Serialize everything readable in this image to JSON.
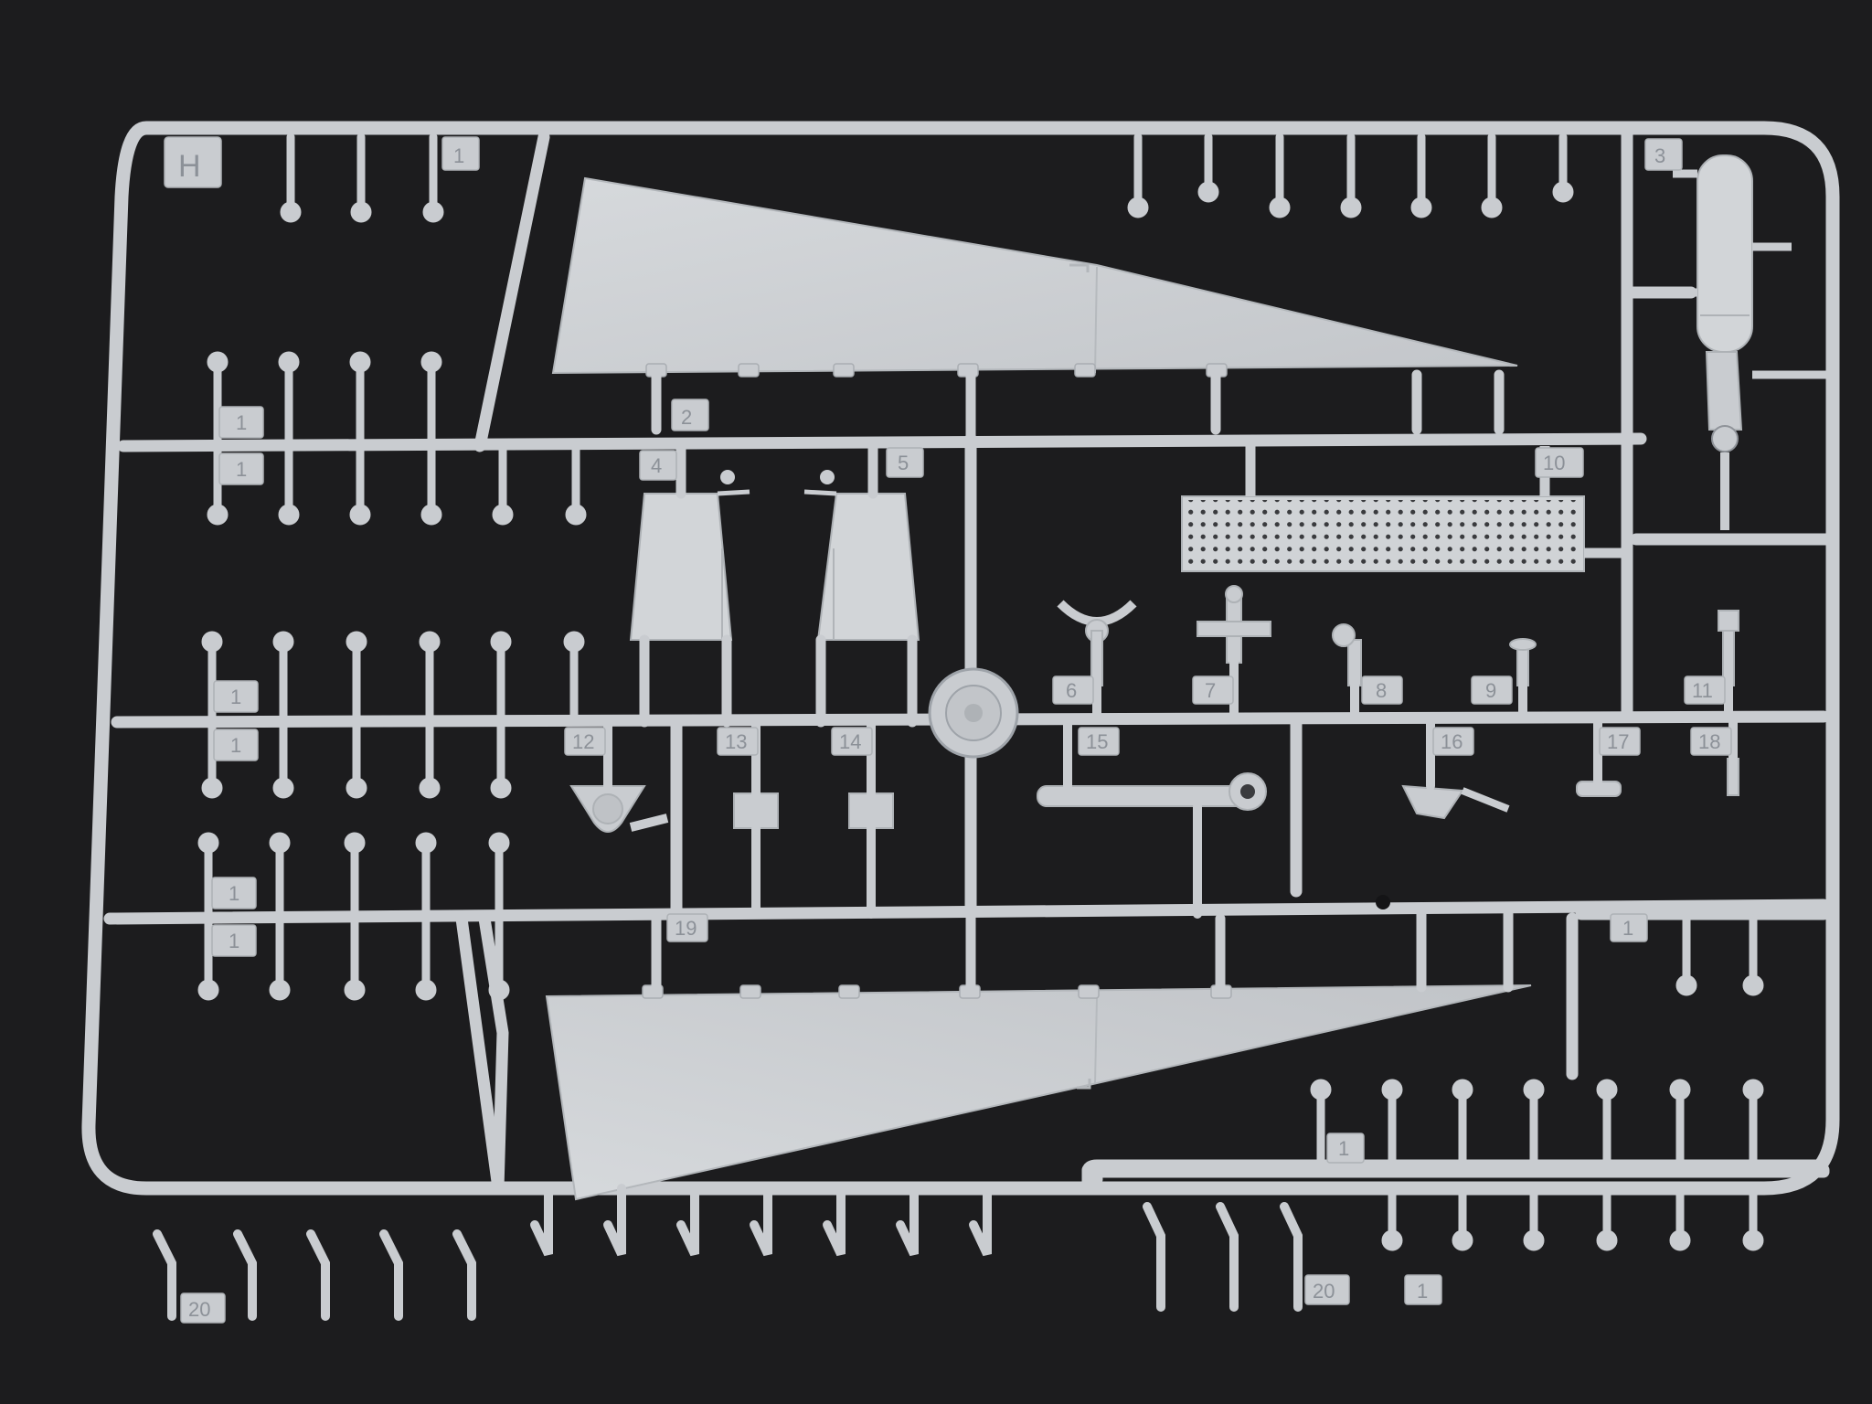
{
  "colors": {
    "background": "#1c1c1e",
    "plastic": "#c9ccd0",
    "plastic_shadow": "#9ea3a9",
    "plastic_light": "#dde0e3",
    "label_text": "#8c9198"
  },
  "sprue": {
    "letter": "H",
    "part_numbers": {
      "p1": "1",
      "p2": "2",
      "p3": "3",
      "p4": "4",
      "p5": "5",
      "p6": "6",
      "p7": "7",
      "p8": "8",
      "p9": "9",
      "p10": "10",
      "p11": "11",
      "p12": "12",
      "p13": "13",
      "p14": "14",
      "p15": "15",
      "p16": "16",
      "p17": "17",
      "p18": "18",
      "p19": "19",
      "p20": "20"
    }
  }
}
